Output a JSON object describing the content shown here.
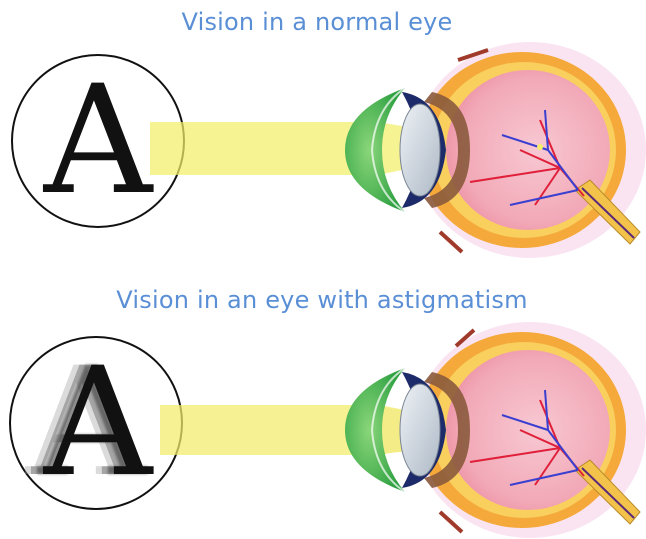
{
  "captions": {
    "normal": "Vision in a normal eye",
    "astigmatism": "Vision in an eye with astigmatism"
  },
  "letters": {
    "normal": "A",
    "astigmatism": "A"
  },
  "colors": {
    "caption": "#5a8fd6",
    "light_beam": "#f3ee6a",
    "sclera_outer": "#f6b33c",
    "eye_interior": "#f6c7cf",
    "cornea": "#3aa64a",
    "iris": "#1d2b6a",
    "lens": "#cfd8e2",
    "ciliary_muscle": "#8a5a3c",
    "blood_vessel_red": "#e0203a",
    "blood_vessel_blue": "#3a3fd0",
    "optic_nerve": "#f3c24a"
  }
}
